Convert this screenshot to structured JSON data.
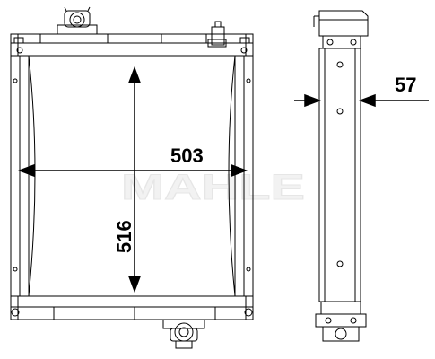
{
  "dimensions": {
    "width": "503",
    "height": "516",
    "depth": "57"
  },
  "watermark": {
    "text": "MAHLE"
  },
  "colors": {
    "line": "#000000",
    "background": "#ffffff",
    "watermark": "#eeeeee"
  }
}
